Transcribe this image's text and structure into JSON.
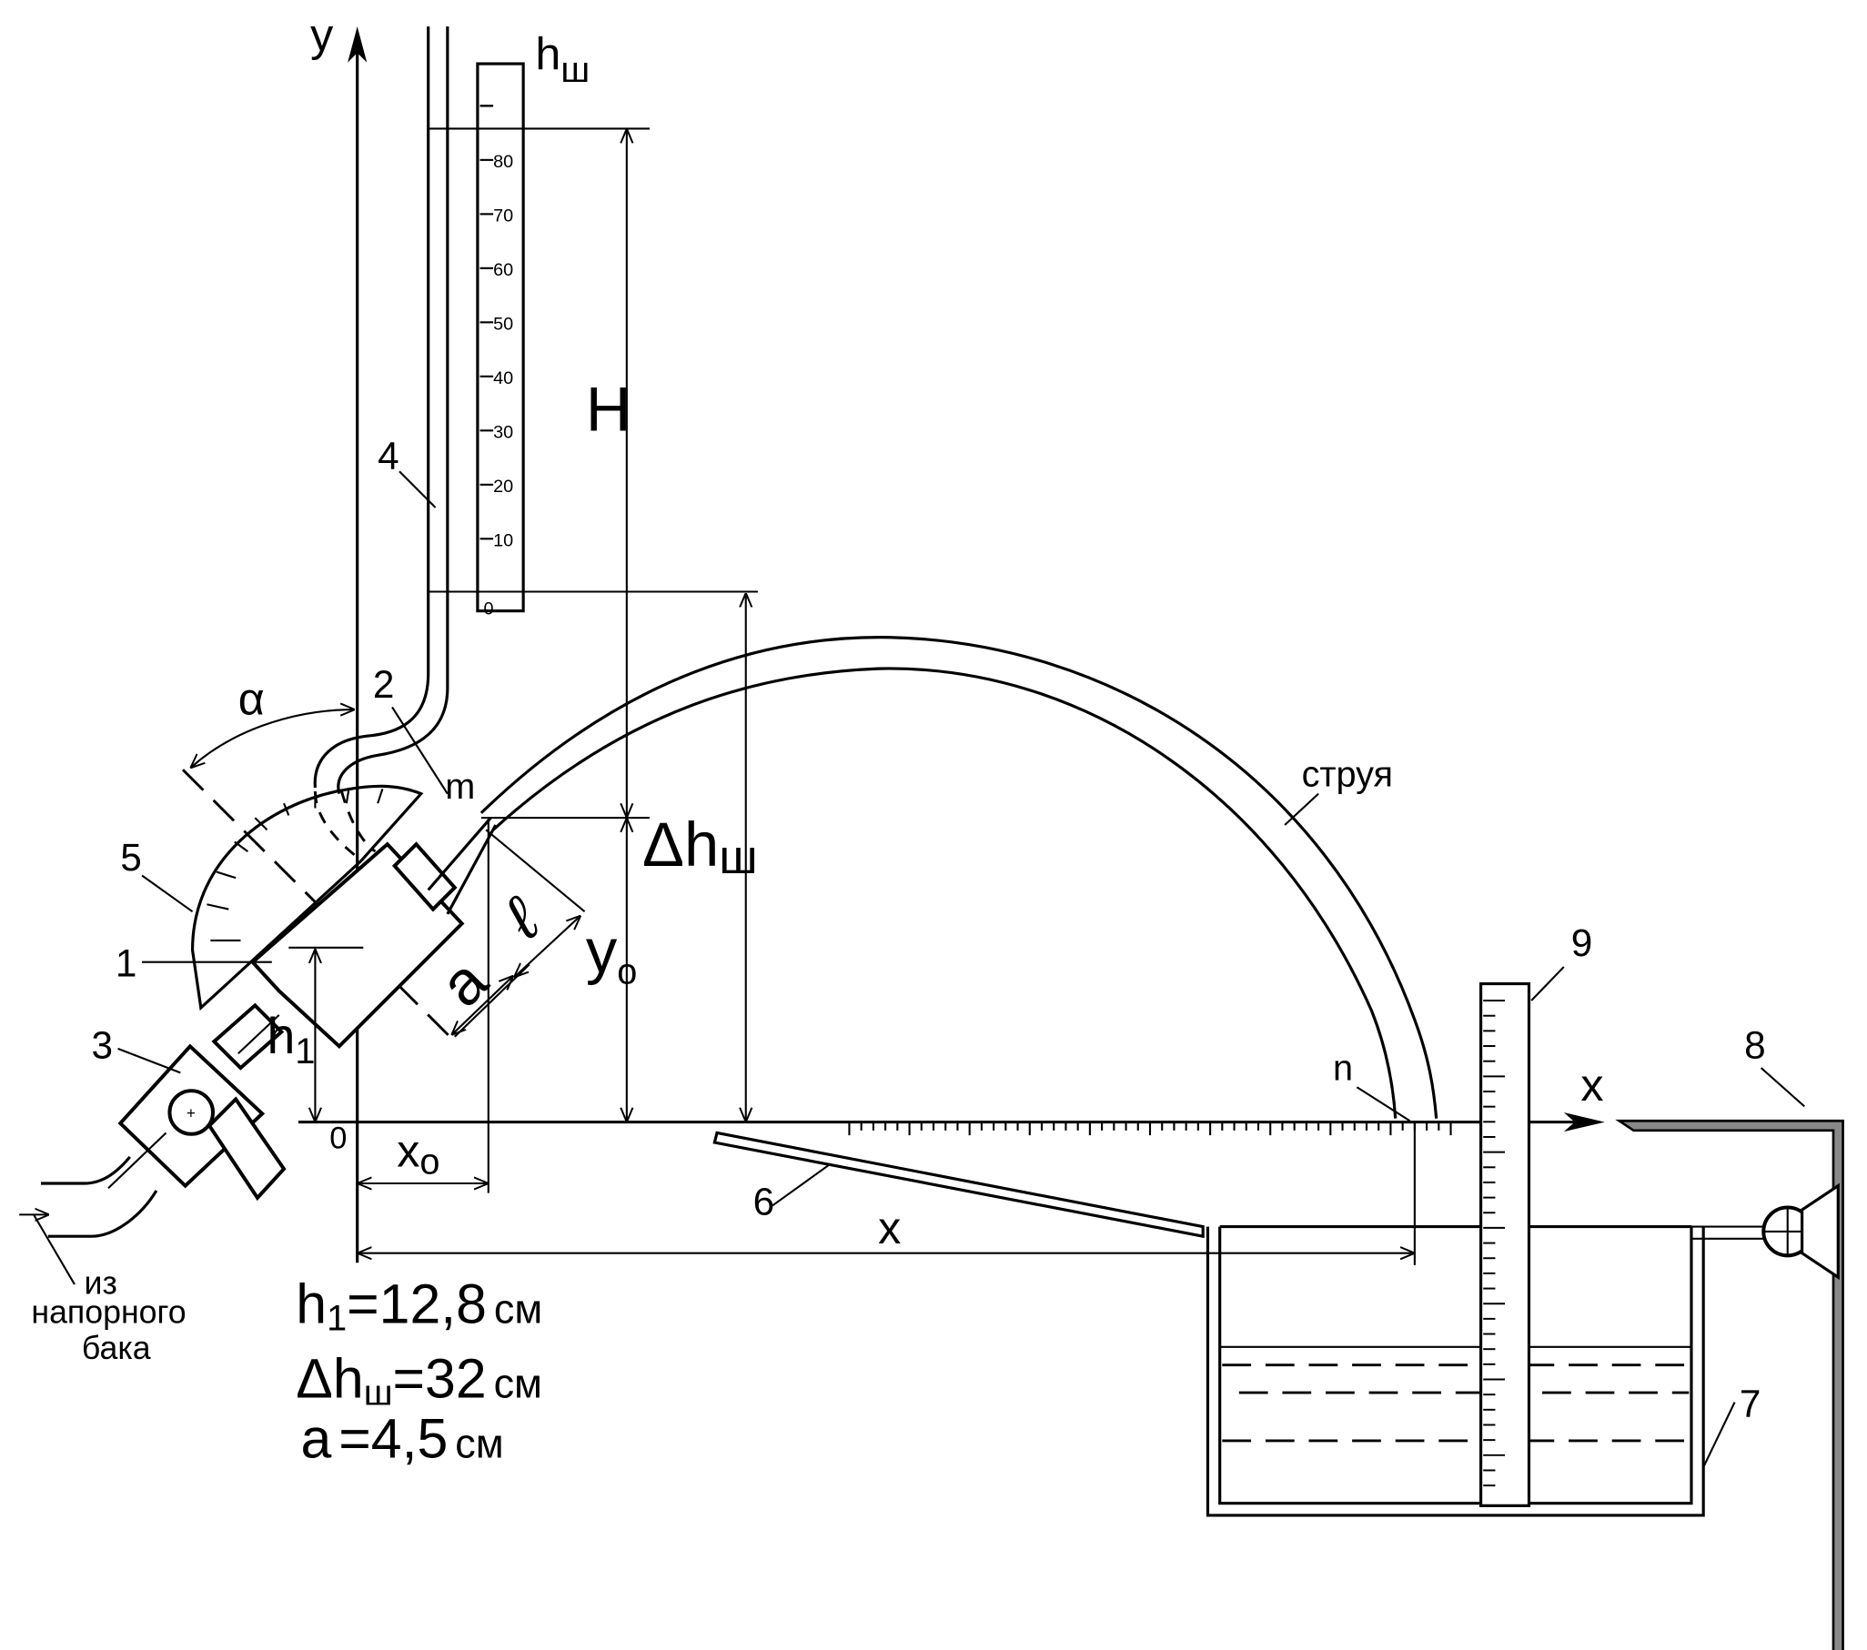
{
  "axes": {
    "y": "y",
    "x": "x",
    "origin": "0"
  },
  "scale": {
    "title_main": "h",
    "title_sub": "ш",
    "ticks": [
      "80",
      "70",
      "60",
      "50",
      "40",
      "30",
      "20",
      "10",
      "0"
    ]
  },
  "dimensions": {
    "H": "H",
    "dh_delta": "Δ",
    "dh_main": "h",
    "dh_sub": "ш",
    "yo_main": "y",
    "yo_sub": "o",
    "xo_main": "x",
    "xo_sub": "o",
    "x_total": "x",
    "h1_main": "h",
    "h1_sub": "1",
    "a": "a",
    "l": "ℓ",
    "alpha": "α"
  },
  "points": {
    "m": "m",
    "n": "n"
  },
  "jet_label": "струя",
  "parts": [
    "1",
    "2",
    "3",
    "4",
    "5",
    "6",
    "7",
    "8",
    "9"
  ],
  "inlet_label": [
    "из",
    "напорного",
    "бака"
  ],
  "formulas": {
    "h1": {
      "main": "h",
      "sub": "1",
      "rest": "=12,8",
      "unit": "см"
    },
    "dh": {
      "delta": "Δ",
      "main": "h",
      "sub": "ш",
      "rest": "=32",
      "unit": "см"
    },
    "a": {
      "main": "a",
      "rest": "=4,5",
      "unit": "см"
    }
  }
}
